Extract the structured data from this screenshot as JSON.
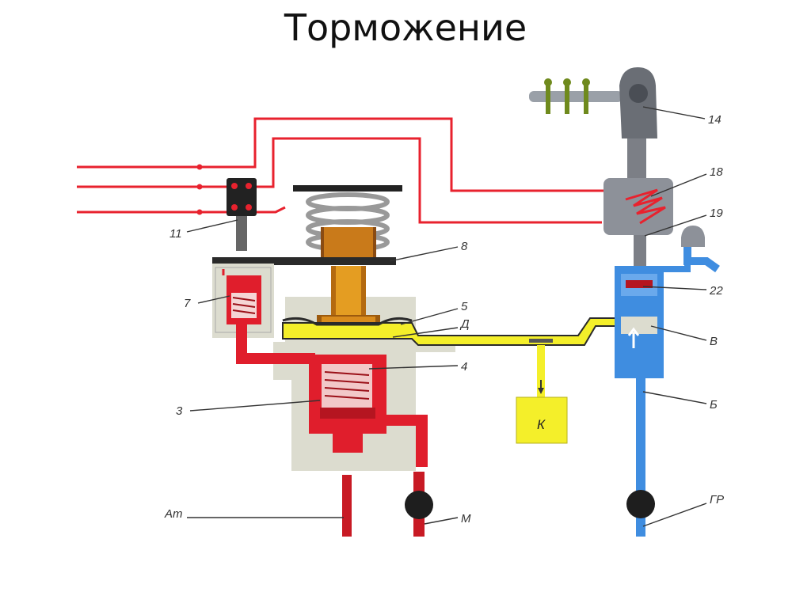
{
  "slide": {
    "title": "Торможение"
  },
  "labels": {
    "l14": "14",
    "l18": "18",
    "l19": "19",
    "l8": "8",
    "l5": "5",
    "lD": "Д",
    "lV": "В",
    "l22": "22",
    "l7": "7",
    "l11": "11",
    "l3": "3",
    "l4": "4",
    "lK": "К",
    "lB": "Б",
    "lAt": "Ат",
    "lM": "М",
    "lGR": "ГР"
  },
  "colors": {
    "wire": "#e8222e",
    "red_air": "#e01e2c",
    "yellow_air": "#f4ef2a",
    "blue_air": "#3f8de0",
    "housing": "#dcdccf",
    "spring": "#d8d8d8",
    "core": "#e09a18",
    "valve_body": "#7c7f86"
  }
}
